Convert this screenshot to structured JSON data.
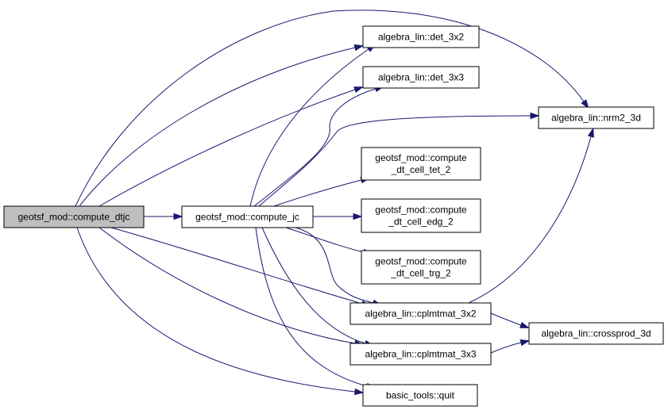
{
  "colors": {
    "edge": "#191970",
    "root_fill": "#bfbfbf",
    "node_fill": "#ffffff",
    "node_border": "#000000"
  },
  "nodes": [
    {
      "id": "compute_dtjc",
      "lines": [
        "geotsf_mod::compute_dtjc"
      ],
      "root": true
    },
    {
      "id": "compute_jc",
      "lines": [
        "geotsf_mod::compute_jc"
      ]
    },
    {
      "id": "det_3x2",
      "lines": [
        "algebra_lin::det_3x2"
      ]
    },
    {
      "id": "det_3x3",
      "lines": [
        "algebra_lin::det_3x3"
      ]
    },
    {
      "id": "nrm2_3d",
      "lines": [
        "algebra_lin::nrm2_3d"
      ]
    },
    {
      "id": "cell_tet_2",
      "lines": [
        "geotsf_mod::compute",
        "_dt_cell_tet_2"
      ]
    },
    {
      "id": "cell_edg_2",
      "lines": [
        "geotsf_mod::compute",
        "_dt_cell_edg_2"
      ]
    },
    {
      "id": "cell_trg_2",
      "lines": [
        "geotsf_mod::compute",
        "_dt_cell_trg_2"
      ]
    },
    {
      "id": "cplmtmat_3x2",
      "lines": [
        "algebra_lin::cplmtmat_3x2"
      ]
    },
    {
      "id": "cplmtmat_3x3",
      "lines": [
        "algebra_lin::cplmtmat_3x3"
      ]
    },
    {
      "id": "crossprod_3d",
      "lines": [
        "algebra_lin::crossprod_3d"
      ]
    },
    {
      "id": "quit",
      "lines": [
        "basic_tools::quit"
      ]
    }
  ],
  "edges": [
    {
      "from": "compute_dtjc",
      "to": "compute_jc"
    },
    {
      "from": "compute_dtjc",
      "to": "det_3x2"
    },
    {
      "from": "compute_dtjc",
      "to": "det_3x3"
    },
    {
      "from": "compute_dtjc",
      "to": "nrm2_3d"
    },
    {
      "from": "compute_dtjc",
      "to": "cplmtmat_3x2"
    },
    {
      "from": "compute_dtjc",
      "to": "cplmtmat_3x3"
    },
    {
      "from": "compute_dtjc",
      "to": "quit"
    },
    {
      "from": "compute_jc",
      "to": "det_3x2"
    },
    {
      "from": "compute_jc",
      "to": "det_3x3"
    },
    {
      "from": "compute_jc",
      "to": "nrm2_3d"
    },
    {
      "from": "compute_jc",
      "to": "cell_tet_2"
    },
    {
      "from": "compute_jc",
      "to": "cell_edg_2"
    },
    {
      "from": "compute_jc",
      "to": "cell_trg_2"
    },
    {
      "from": "compute_jc",
      "to": "cplmtmat_3x2"
    },
    {
      "from": "compute_jc",
      "to": "cplmtmat_3x3"
    },
    {
      "from": "compute_jc",
      "to": "quit"
    },
    {
      "from": "cplmtmat_3x2",
      "to": "nrm2_3d"
    },
    {
      "from": "cplmtmat_3x2",
      "to": "crossprod_3d"
    },
    {
      "from": "cplmtmat_3x3",
      "to": "crossprod_3d"
    }
  ]
}
